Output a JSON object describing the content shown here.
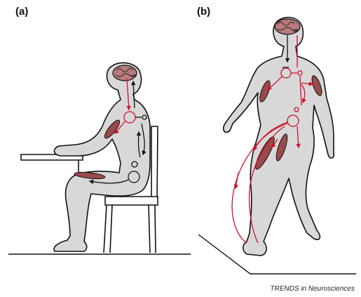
{
  "figure": {
    "panel_a_label": "(a)",
    "panel_b_label": "(b)",
    "journal_credit": "TRENDS in Neurosciences"
  },
  "colors": {
    "body_fill": "#d8d8d8",
    "outline": "#111111",
    "pathway": "#d0102a",
    "muscle": "#9a4a4a",
    "brain": "#b87a7a"
  }
}
